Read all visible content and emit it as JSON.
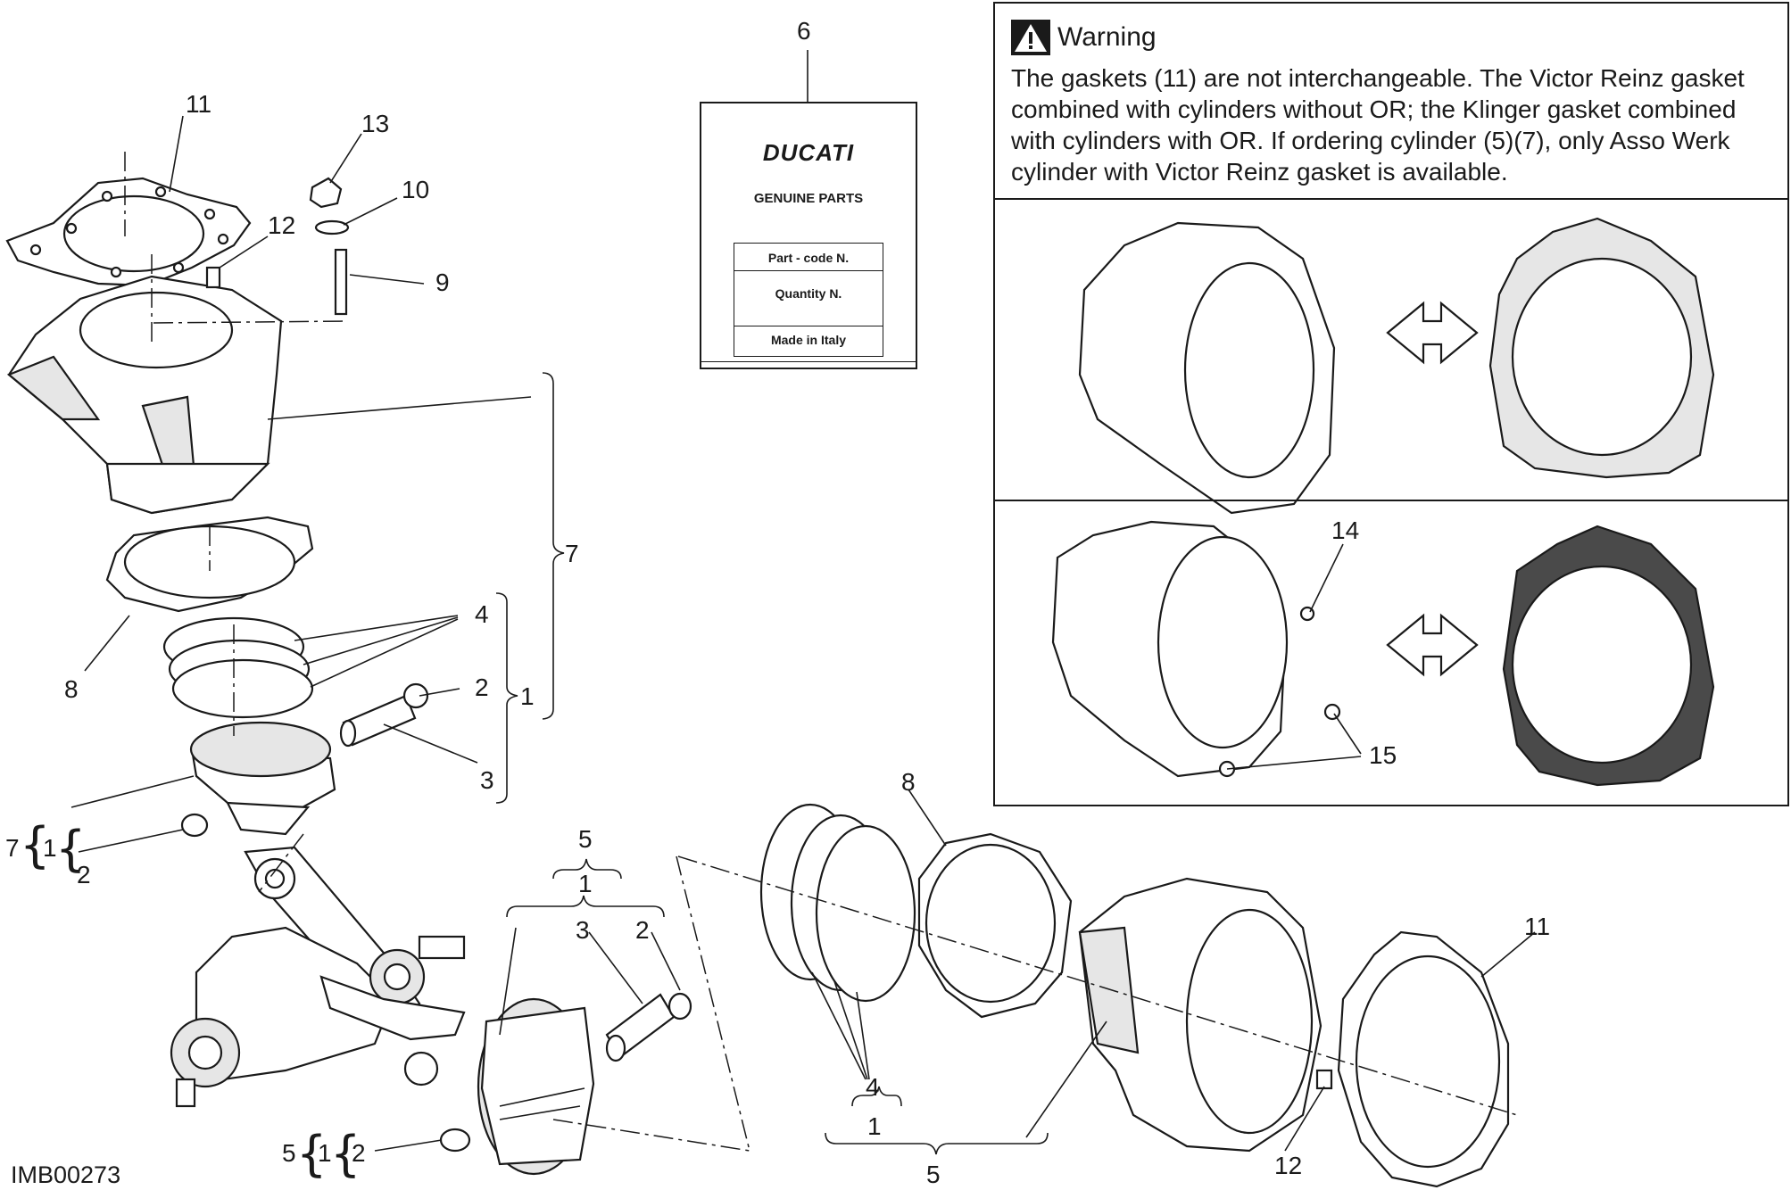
{
  "diagram_id": "IMB00273",
  "warning": {
    "title": "Warning",
    "text": "The gaskets (11) are not interchangeable. The Victor Reinz gasket combined with cylinders without OR; the Klinger gasket combined with cylinders with OR. If ordering cylinder (5)(7), only Asso Werk cylinder with Victor Reinz gasket is available."
  },
  "parts_label": {
    "brand": "DUCATI",
    "heading": "GENUINE PARTS",
    "rows": [
      "Part - code N.",
      "Quantity N.",
      "Made in Italy"
    ]
  },
  "callouts": {
    "c6": "6",
    "c11a": "11",
    "c13": "13",
    "c10": "10",
    "c12a": "12",
    "c9": "9",
    "c7a": "7",
    "c8a": "8",
    "c4a": "4",
    "c2a": "2",
    "c1a": "1",
    "c3a": "3",
    "g7": "7",
    "g7_1": "1",
    "g7_2": "2",
    "c5top": "5",
    "c1top": "1",
    "c3b": "3",
    "c2b": "2",
    "g5": "5",
    "g5_1": "1",
    "g5_2": "2",
    "c8b": "8",
    "c4b": "4",
    "c1b": "1",
    "c5b": "5",
    "c11b": "11",
    "c12b": "12",
    "c14": "14",
    "c15": "15"
  },
  "colors": {
    "line": "#1a1a1a",
    "background": "#ffffff"
  }
}
